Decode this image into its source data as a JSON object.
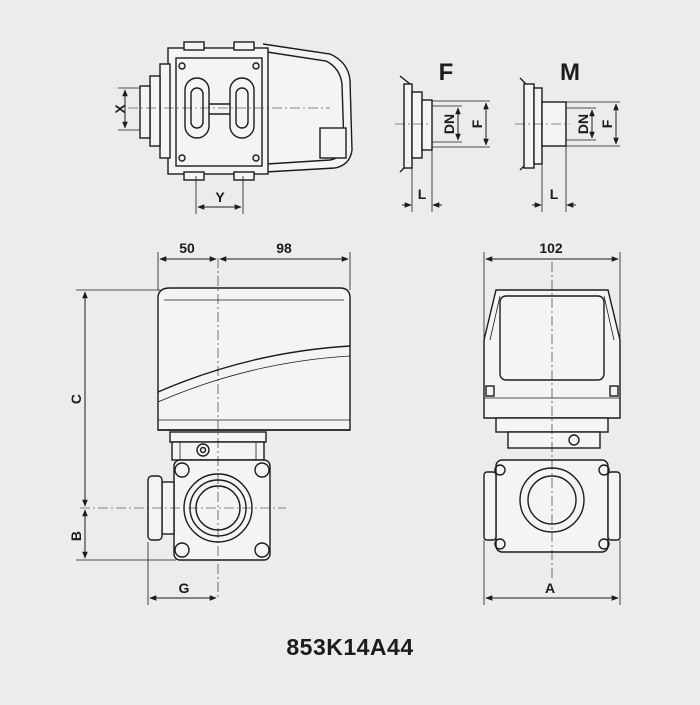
{
  "drawing": {
    "part_number": "853K14A44",
    "colors": {
      "background": "#ececec",
      "ink": "#1c1c1c",
      "body_fill": "#f4f4f4"
    }
  },
  "top_view": {
    "dim_x": "X",
    "dim_y": "Y"
  },
  "end_f": {
    "title": "F",
    "dim_dn": "DN",
    "dim_f": "F",
    "dim_l": "L"
  },
  "end_m": {
    "title": "M",
    "dim_dn": "DN",
    "dim_f": "F",
    "dim_l": "L"
  },
  "side_view": {
    "dim_top_left": "50",
    "dim_top_right": "98",
    "dim_c": "C",
    "dim_b": "B",
    "dim_g": "G"
  },
  "front_view": {
    "dim_width": "102",
    "dim_a": "A"
  }
}
